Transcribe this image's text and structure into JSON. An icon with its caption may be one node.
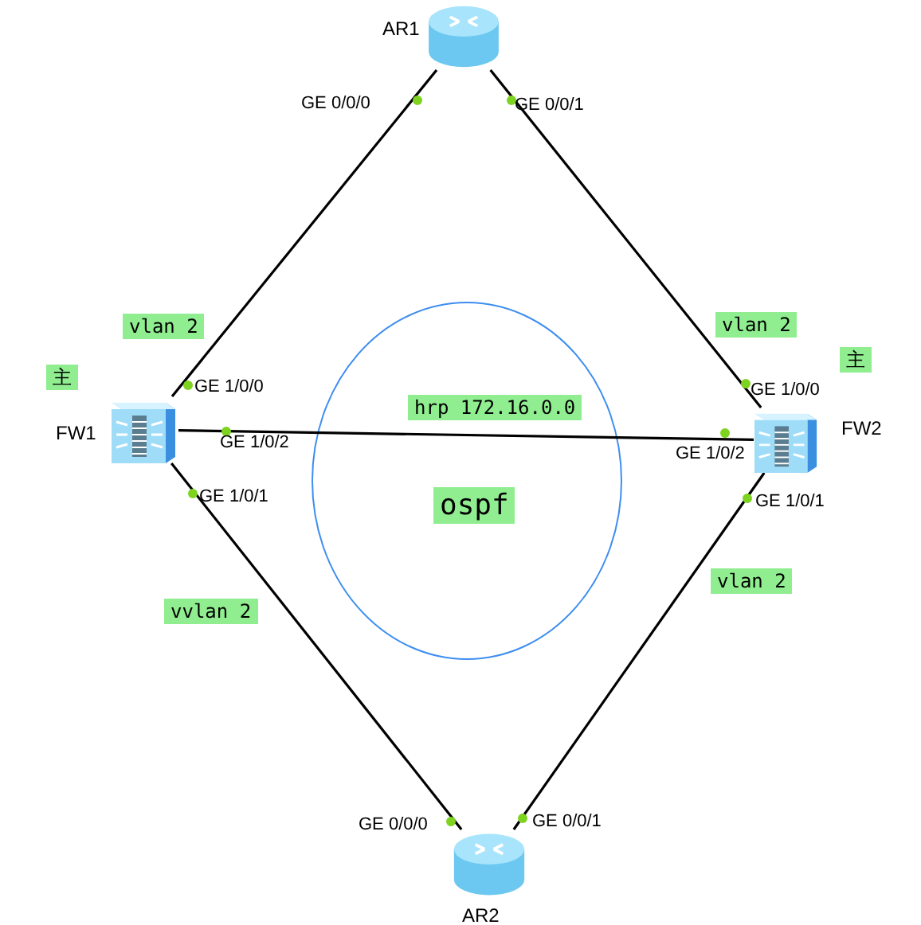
{
  "diagram": {
    "nodes": [
      {
        "text": [],
        "shape": "cylinder",
        "beside": [
          "AR1",
          "GE 0/0/0",
          "GE 0/0/1"
        ]
      },
      {
        "text": [
          "vlan 2"
        ]
      },
      {
        "text": [
          "vlan 2"
        ]
      },
      {
        "text": [
          "主"
        ]
      },
      {
        "text": [],
        "shape": "box",
        "beside": [
          "FW1",
          "GE 1/0/0",
          "GE 1/0/2",
          "GE 1/0/1"
        ]
      },
      {
        "text": [
          "主"
        ]
      },
      {
        "text": [
          "hrp 172.16.0.0"
        ]
      },
      {
        "text": [],
        "shape": "box",
        "beside": [
          "FW2",
          "GE 1/0/0",
          "GE 1/0/2",
          "GE 1/0/1"
        ]
      },
      {
        "text": [
          "ospf"
        ]
      },
      {
        "text": [
          "vlan 2"
        ]
      },
      {
        "text": [
          "vvlan 2"
        ]
      },
      {
        "text": [],
        "shape": "cylinder",
        "beside": [
          "GE 0/0/0",
          "GE 0/0/1",
          "AR2"
        ]
      }
    ],
    "edges": [
      {
        "from": 0,
        "to": 4,
        "arrow": "none"
      },
      {
        "from": 0,
        "to": 7,
        "arrow": "none"
      },
      {
        "from": 4,
        "to": 7,
        "arrow": "none"
      },
      {
        "from": 4,
        "to": 11,
        "arrow": "none"
      },
      {
        "from": 7,
        "to": 11,
        "arrow": "none"
      }
    ]
  }
}
